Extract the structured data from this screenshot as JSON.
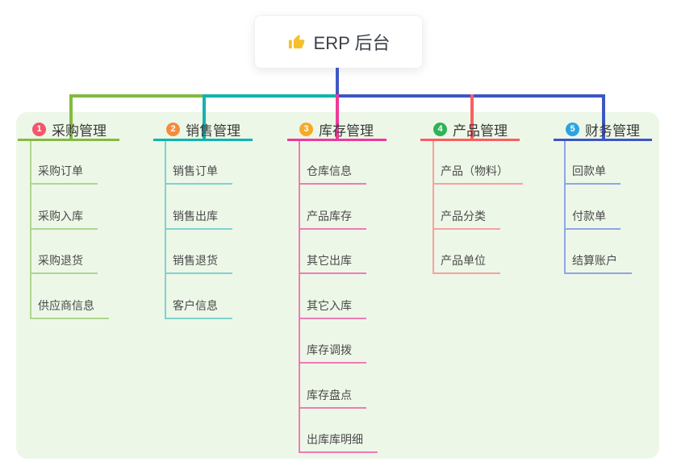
{
  "canvas": {
    "background": "#ffffff",
    "panel_bg": "#edf7e8"
  },
  "root": {
    "label": "ERP 后台",
    "icon": "thumbs-up-icon",
    "icon_color": "#f5c02c",
    "line_color": "#4058c4",
    "text_color": "#3b3f48"
  },
  "branches": [
    {
      "num": "1",
      "label": "采购管理",
      "color": "#82bb41",
      "child_color": "#aed68f",
      "badge_color": "#f4566c",
      "children": [
        "采购订单",
        "采购入库",
        "采购退货",
        "供应商信息"
      ]
    },
    {
      "num": "2",
      "label": "销售管理",
      "color": "#0fb5ae",
      "child_color": "#7fd2cd",
      "badge_color": "#f68b3d",
      "children": [
        "销售订单",
        "销售出库",
        "销售退货",
        "客户信息"
      ]
    },
    {
      "num": "3",
      "label": "库存管理",
      "color": "#ee3a98",
      "child_color": "#f07ab7",
      "badge_color": "#f7a928",
      "children": [
        "仓库信息",
        "产品库存",
        "其它出库",
        "其它入库",
        "库存调拨",
        "库存盘点",
        "出库库明细"
      ]
    },
    {
      "num": "4",
      "label": "产品管理",
      "color": "#fa5f5f",
      "child_color": "#f9a0a0",
      "badge_color": "#2fb357",
      "children": [
        "产品（物料）",
        "产品分类",
        "产品单位"
      ]
    },
    {
      "num": "5",
      "label": "财务管理",
      "color": "#3d56c5",
      "child_color": "#8fa5e5",
      "badge_color": "#2ba3e3",
      "children": [
        "回款单",
        "付款单",
        "结算账户"
      ]
    }
  ]
}
